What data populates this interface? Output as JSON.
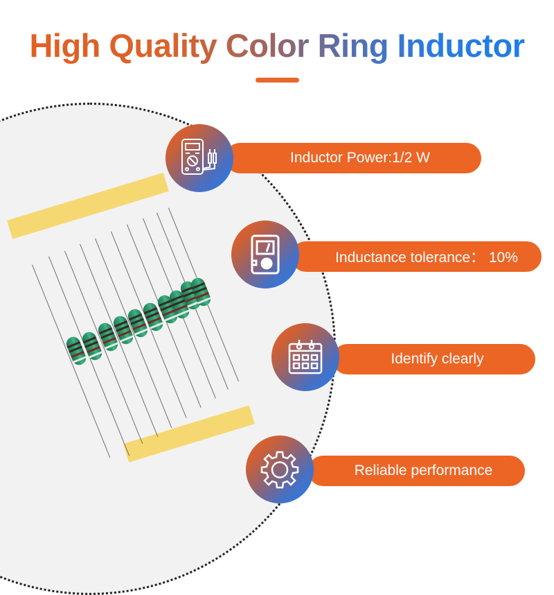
{
  "header": {
    "title": "High Quality Color Ring Inductor",
    "underline_color": "#e8682c",
    "gradient": [
      "#e35f22",
      "#2a7be0"
    ]
  },
  "product_image": {
    "alt": "strip of taped axial color ring inductors",
    "count": 10,
    "tape_color": "#f6d66a",
    "body_color": "#2f9e72"
  },
  "features": [
    {
      "icon": "multimeter-icon",
      "label": "Inductor Power:1/2 W"
    },
    {
      "icon": "analog-meter-icon",
      "label": "Inductance tolerance： 10%"
    },
    {
      "icon": "calendar-icon",
      "label": "Identify clearly"
    },
    {
      "icon": "gear-icon",
      "label": "Reliable performance"
    }
  ],
  "colors": {
    "pill": "#ec6525",
    "icon_gradient_start": "#ef5f1c",
    "icon_gradient_end": "#1f7ff0",
    "background_circle": "#f3f2f3"
  }
}
